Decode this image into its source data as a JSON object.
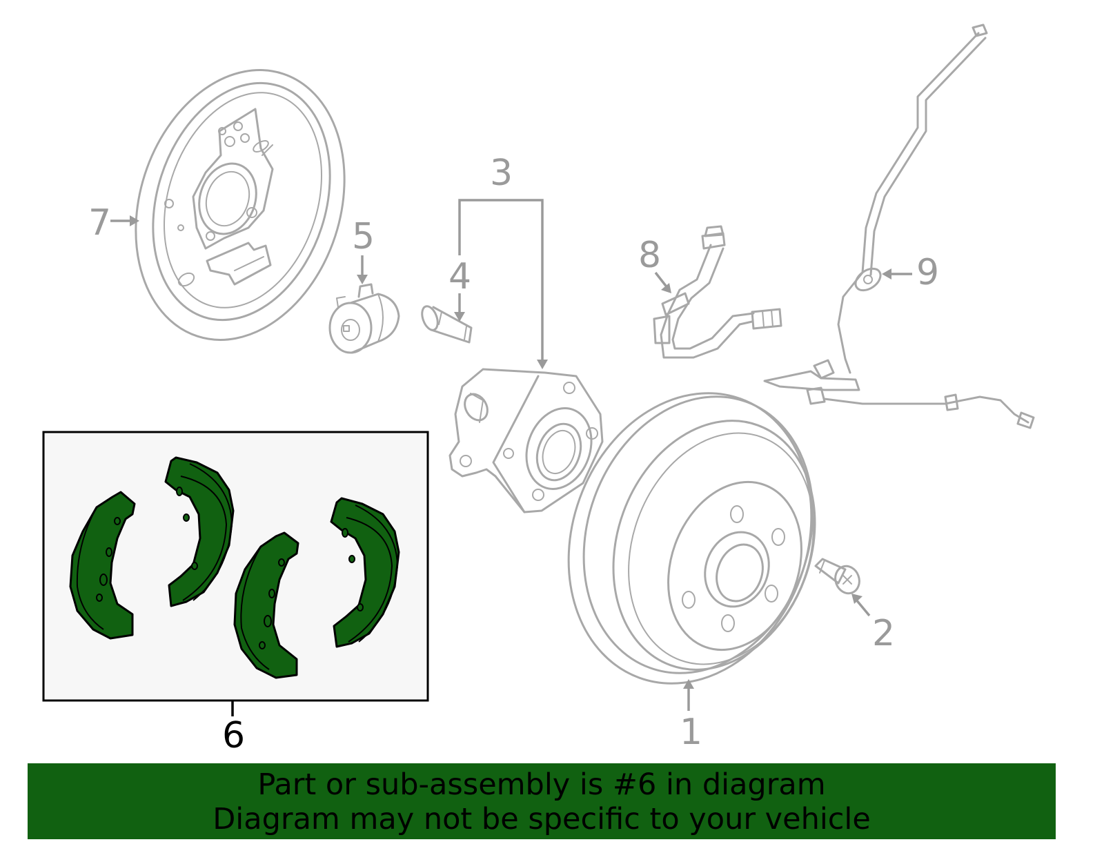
{
  "callouts": {
    "c1": "1",
    "c2": "2",
    "c3": "3",
    "c4": "4",
    "c5": "5",
    "c6": "6",
    "c7": "7",
    "c8": "8",
    "c9": "9"
  },
  "highlighted_part": "6",
  "colors": {
    "highlight_fill": "#116111",
    "part_line": "#a8a8a8",
    "box_fill": "#f7f7f7",
    "banner_bg": "#116111"
  },
  "banner": {
    "line1": "Part or sub-assembly is #6 in diagram",
    "line2": "Diagram may not be specific to your vehicle"
  }
}
